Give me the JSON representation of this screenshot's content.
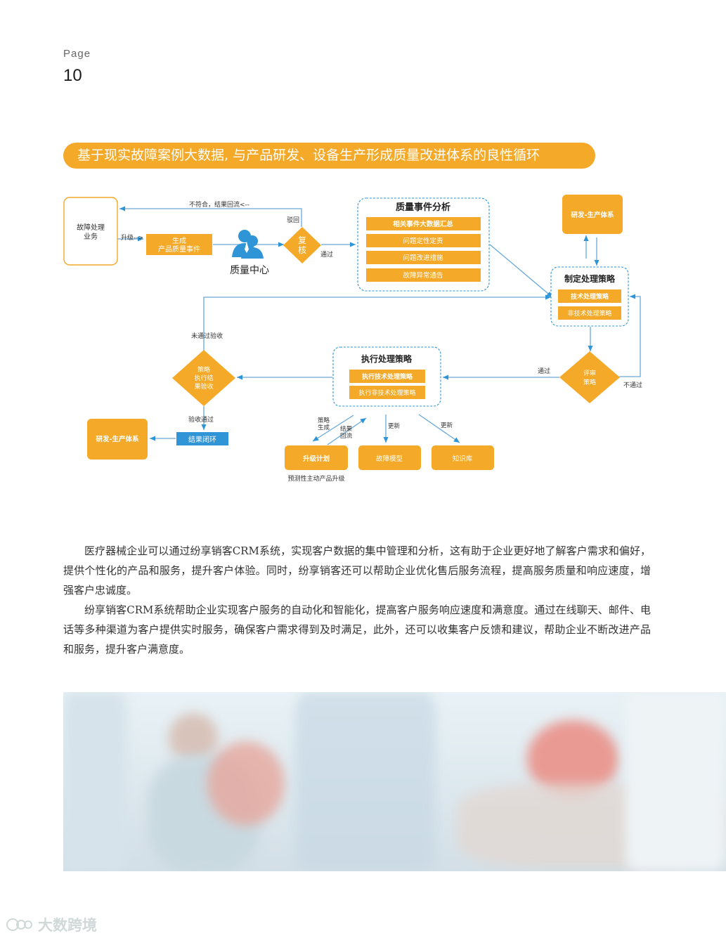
{
  "page": {
    "label": "Page",
    "number": "10"
  },
  "banner": {
    "title": "基于现实故障案例大数据, 与产品研发、设备生产形成质量改进体系的良性循环"
  },
  "diagram": {
    "fault_business": [
      "故障处理",
      "业务"
    ],
    "upgrade_arrow_label": "升级-->",
    "generate_event": [
      "生成",
      "产品质量事件"
    ],
    "quality_center": "质量中心",
    "reject_feedback": "不符合，结果回流<--",
    "reject_label": "驳回",
    "review_diamond": [
      "复",
      "核"
    ],
    "pass_label": "通过",
    "analysis": {
      "title": "质量事件分析",
      "items": [
        "相关事件大数据汇总",
        "问题定性定责",
        "问题改进措施",
        "故障异常通告"
      ]
    },
    "rd_top": "研发-生产体系",
    "strategy": {
      "title": "制定处理策略",
      "items": [
        "技术处理策略",
        "非技术处理策略"
      ]
    },
    "evaluate_diamond": [
      "评审",
      "策略"
    ],
    "evaluate_pass": "通过",
    "evaluate_fail": "不通过",
    "execute": {
      "title": "执行处理策略",
      "items": [
        "执行技术处理策略",
        "执行非技术处理策略"
      ]
    },
    "acceptance_diamond": [
      "策略",
      "执行结",
      "果验收"
    ],
    "not_accepted": "未通过验收",
    "accepted": "验收通过",
    "result_close": "结果闭环",
    "rd_bottom": "研发-生产体系",
    "strategy_gen": [
      "策略",
      "生成"
    ],
    "result_back": [
      "结果",
      "回流"
    ],
    "update1": "更新",
    "update2": "更新",
    "upgrade_plan": "升级计划",
    "fault_model": "故障模型",
    "knowledge_base": "知识库",
    "predictive_upgrade": "预测性主动产品升级"
  },
  "body": {
    "para1": "医疗器械企业可以通过纷享销客CRM系统，实现客户数据的集中管理和分析，这有助于企业更好地了解客户需求和偏好，提供个性化的产品和服务，提升客户体验。同时，纷享销客还可以帮助企业优化售后服务流程，提高服务质量和响应速度，增强客户忠诚度。",
    "para2": "纷享销客CRM系统帮助企业实现客户服务的自动化和智能化，提高客户服务响应速度和满意度。通过在线聊天、邮件、电话等多种渠道为客户提供实时服务，确保客户需求得到及时满足，此外，还可以收集客户反馈和建议，帮助企业不断改进产品和服务，提升客户满意度。"
  },
  "watermark": {
    "text": "大数跨境"
  },
  "colors": {
    "orange": "#f4a928",
    "blue": "#2f95d6",
    "light_blue": "#7bb6df"
  }
}
